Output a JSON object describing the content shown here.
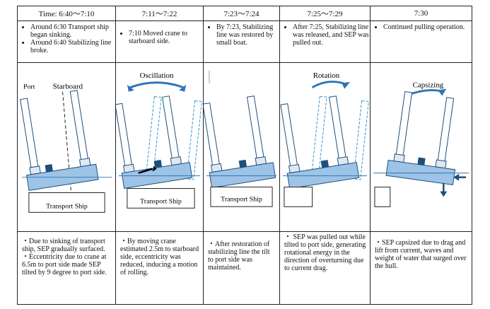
{
  "stages": [
    {
      "time": "Time:  6:40～7:10",
      "notes": [
        "Around 6:30 Transport ship began sinking.",
        "Around 6:40 Stabilizing line broke."
      ],
      "labels": {
        "port": "Port",
        "starboard": "Starboard",
        "ship": "Transport Ship"
      },
      "description": [
        "・Due to sinking of transport ship, SEP gradually surfaced.",
        "・Eccentricity due to crane at 6.5m to port side made SEP tilted by 9 degree to port side."
      ]
    },
    {
      "time": "7:11～7:22",
      "notes": [
        "7:10 Moved crane to starboard side."
      ],
      "labels": {
        "motion": "Oscillation",
        "ship": "Transport Ship"
      },
      "description": [
        "・By moving crane estimated 2.5m to starboard side, eccentricity was reduced, inducing a motion of rolling."
      ]
    },
    {
      "time": "7:23～7:24",
      "notes": [
        "By 7:23, Stabilizing line was restored by small boat."
      ],
      "labels": {
        "ship": "Transport Ship"
      },
      "description": [
        "・After restoration of stabilizing line the tilt to port side was maintained."
      ]
    },
    {
      "time": "7:25～7:29",
      "notes": [
        "After 7:25, Stabilizing line was released, and SEP was pulled out."
      ],
      "labels": {
        "motion": "Rotation"
      },
      "description": [
        "・ SEP was pulled out while tilted to port side, generating rotational energy in the direction of overturning due to current drag."
      ]
    },
    {
      "time": "7:30",
      "notes": [
        "Continued pulling operation."
      ],
      "labels": {
        "motion": "Capsizing"
      },
      "description": [
        "・SEP capsized due to drag and lift from current, waves and weight of water that surged over the hull."
      ]
    }
  ],
  "colors": {
    "hull_fill": "#9dc3e6",
    "hull_stroke": "#1f4e79",
    "leg_fill": "#ffffff",
    "leg_stroke": "#1f4e79",
    "ghost": "#2e9bd6",
    "arrow": "#2e75b6",
    "water": "#2e75b6"
  }
}
